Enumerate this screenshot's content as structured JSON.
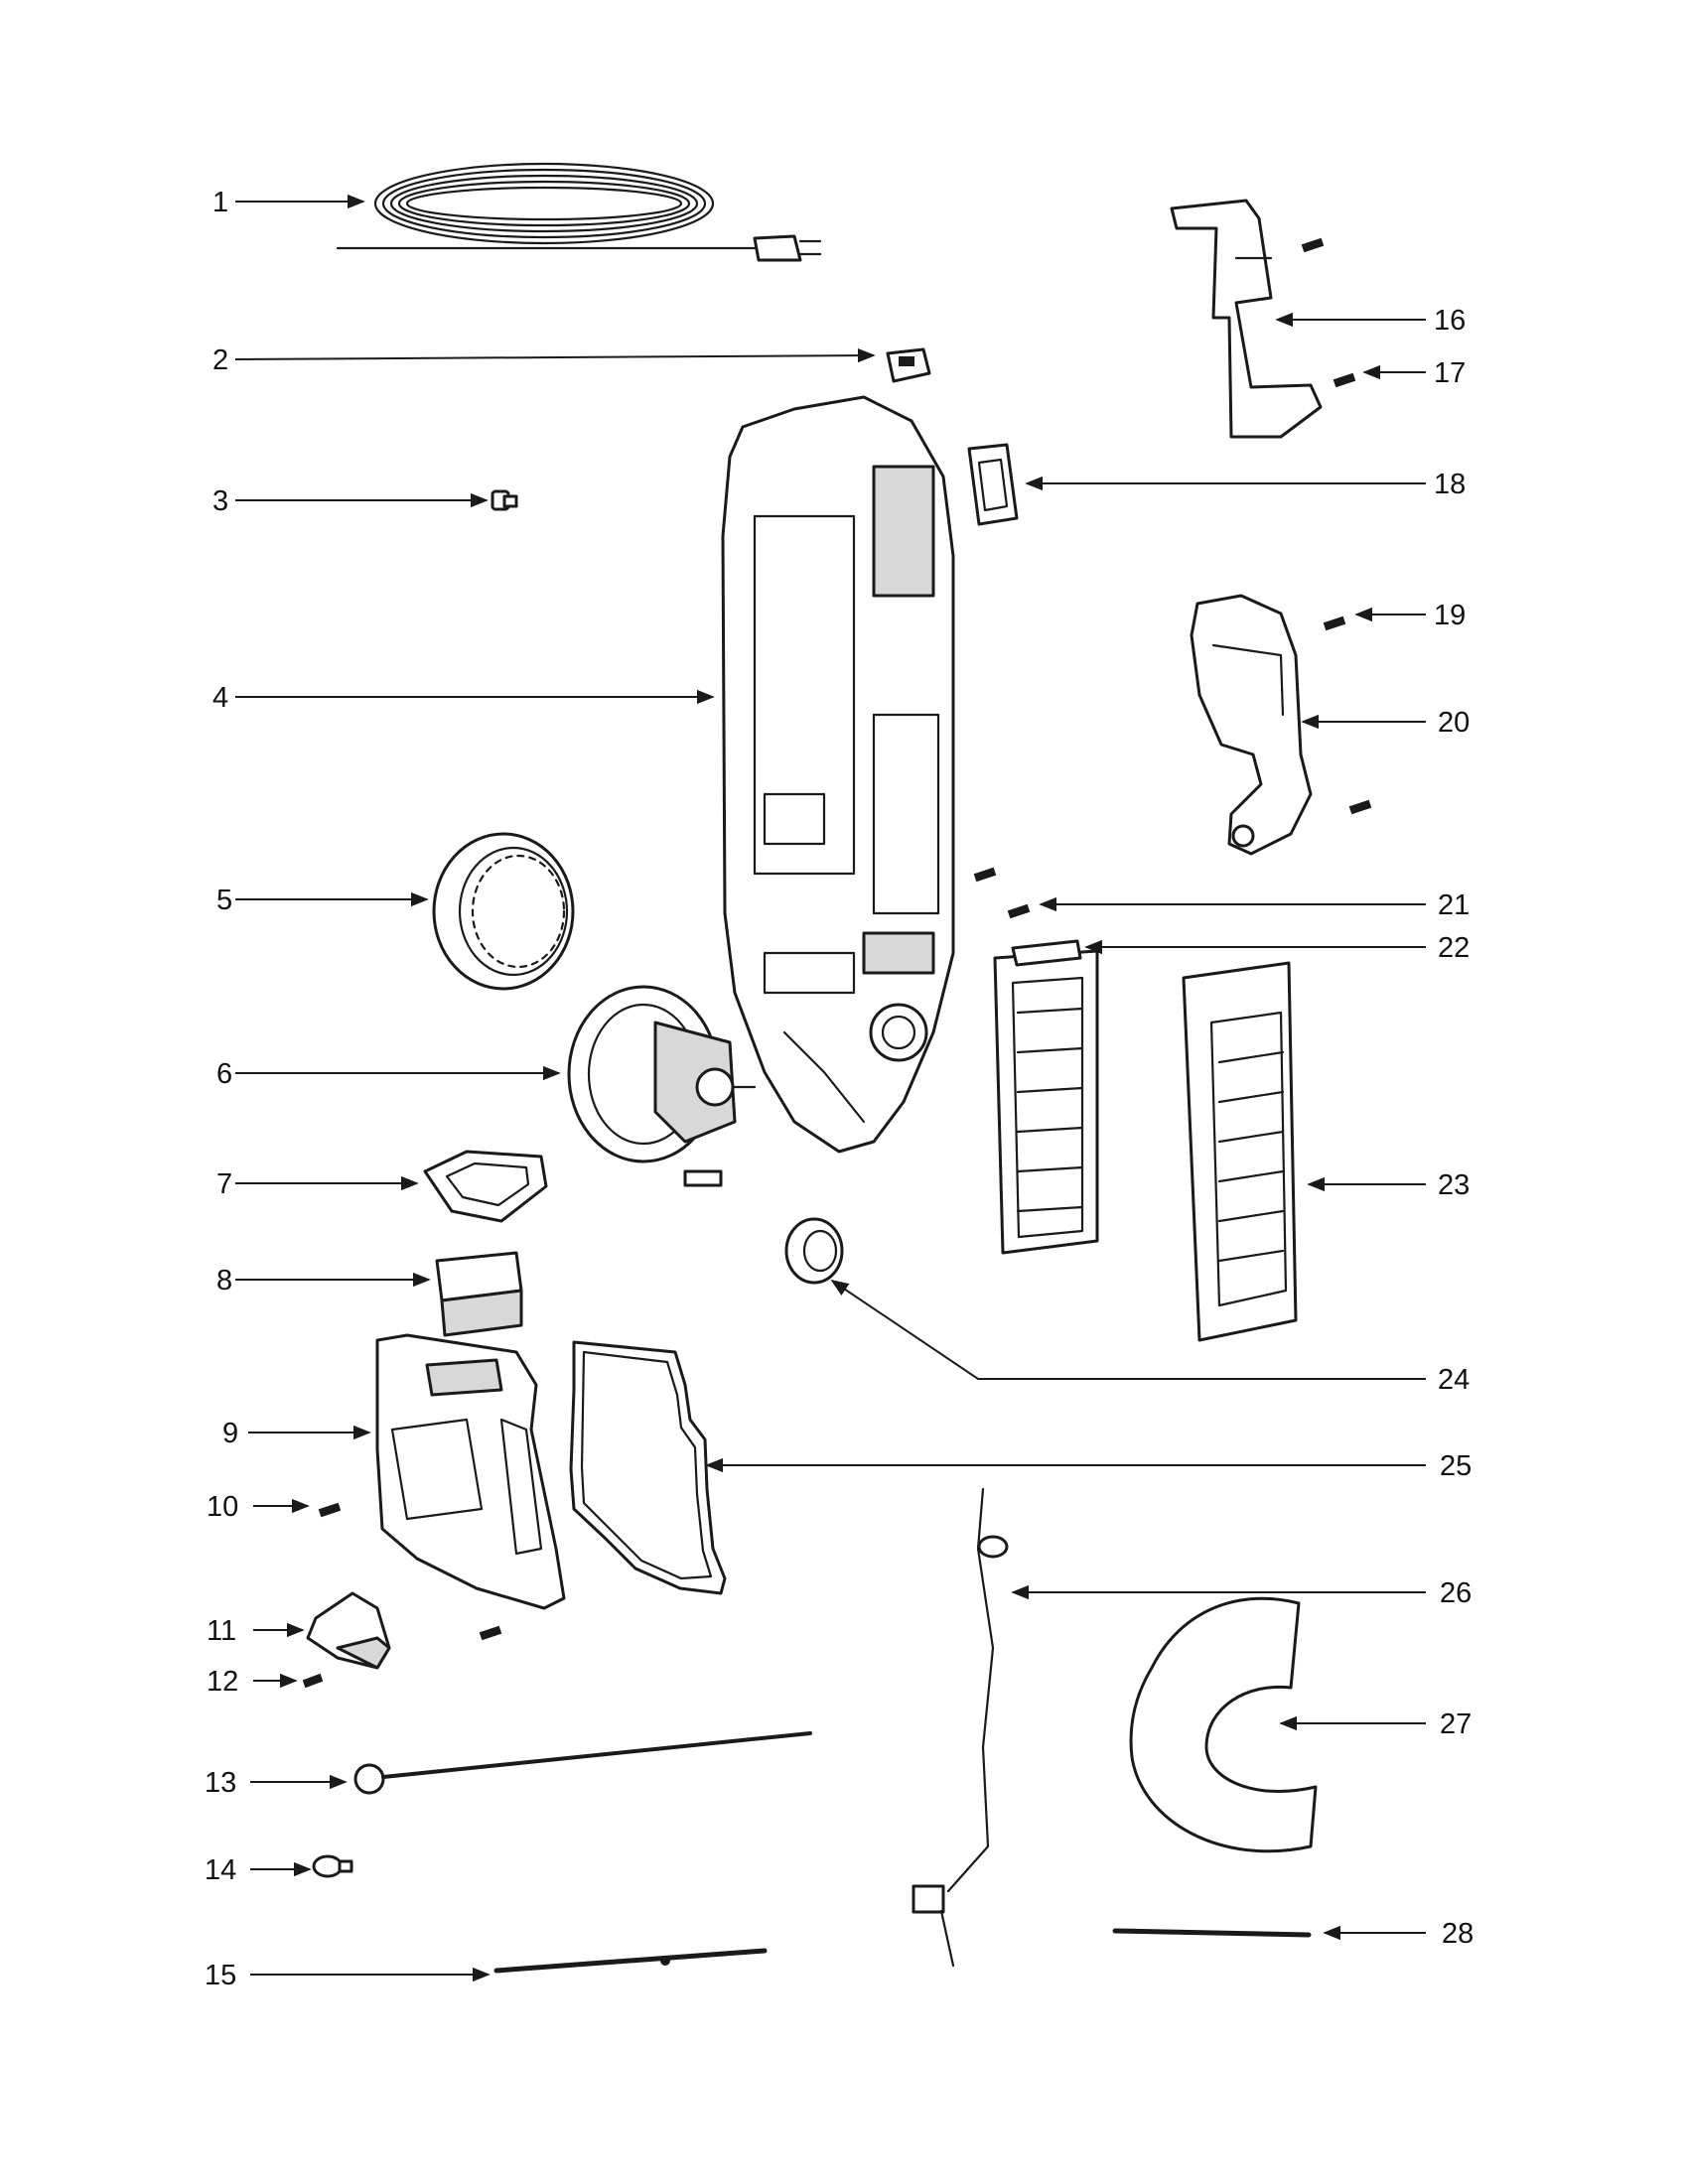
{
  "diagram": {
    "callouts": [
      {
        "number": "1"
      },
      {
        "number": "2"
      },
      {
        "number": "3"
      },
      {
        "number": "4"
      },
      {
        "number": "5"
      },
      {
        "number": "6"
      },
      {
        "number": "7"
      },
      {
        "number": "8"
      },
      {
        "number": "9"
      },
      {
        "number": "10"
      },
      {
        "number": "11"
      },
      {
        "number": "12"
      },
      {
        "number": "13"
      },
      {
        "number": "14"
      },
      {
        "number": "15"
      },
      {
        "number": "16"
      },
      {
        "number": "17"
      },
      {
        "number": "18"
      },
      {
        "number": "19"
      },
      {
        "number": "20"
      },
      {
        "number": "21"
      },
      {
        "number": "22"
      },
      {
        "number": "23"
      },
      {
        "number": "24"
      },
      {
        "number": "25"
      },
      {
        "number": "26"
      },
      {
        "number": "27"
      },
      {
        "number": "28"
      }
    ]
  },
  "colors": {
    "line": "#1a1a1a",
    "shade": "#d8d8d8",
    "background": "#ffffff"
  }
}
